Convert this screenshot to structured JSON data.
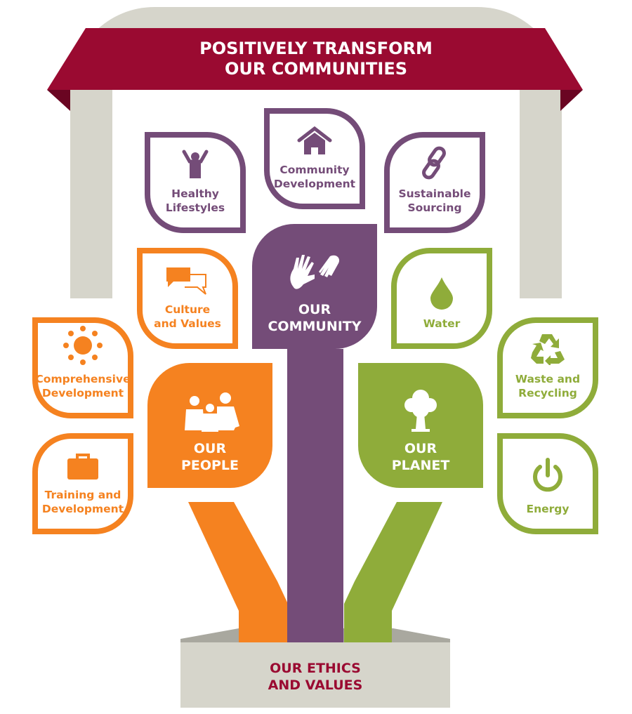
{
  "banner": {
    "line1": "POSITIVELY TRANSFORM",
    "line2": "OUR COMMUNITIES"
  },
  "pillars": {
    "community": {
      "line1": "OUR",
      "line2": "COMMUNITY"
    },
    "people": {
      "line1": "OUR",
      "line2": "PEOPLE"
    },
    "planet": {
      "line1": "OUR",
      "line2": "PLANET"
    }
  },
  "leaves": {
    "healthy": {
      "line1": "Healthy",
      "line2": "Lifestyles",
      "icon": "person-cheering-icon"
    },
    "communitydev": {
      "line1": "Community",
      "line2": "Development",
      "icon": "house-icon"
    },
    "sourcing": {
      "line1": "Sustainable",
      "line2": "Sourcing",
      "icon": "chain-link-icon"
    },
    "culture": {
      "line1": "Culture",
      "line2": "and Values",
      "icon": "speech-bubbles-icon"
    },
    "water": {
      "line1": "Water",
      "icon": "water-drop-icon"
    },
    "comprehensive": {
      "line1": "Comprehensive",
      "line2": "Development",
      "icon": "sun-icon"
    },
    "training": {
      "line1": "Training and",
      "line2": "Development",
      "icon": "briefcase-icon"
    },
    "waste": {
      "line1": "Waste and",
      "line2": "Recycling",
      "icon": "recycle-icon"
    },
    "energy": {
      "line1": "Energy",
      "icon": "power-icon"
    }
  },
  "base": {
    "line1": "OUR ETHICS",
    "line2": "AND VALUES"
  },
  "colors": {
    "maroon": "#9a0a31",
    "purple": "#744c78",
    "orange": "#f58220",
    "green": "#8fac3a",
    "gray": "#d6d5cb"
  }
}
